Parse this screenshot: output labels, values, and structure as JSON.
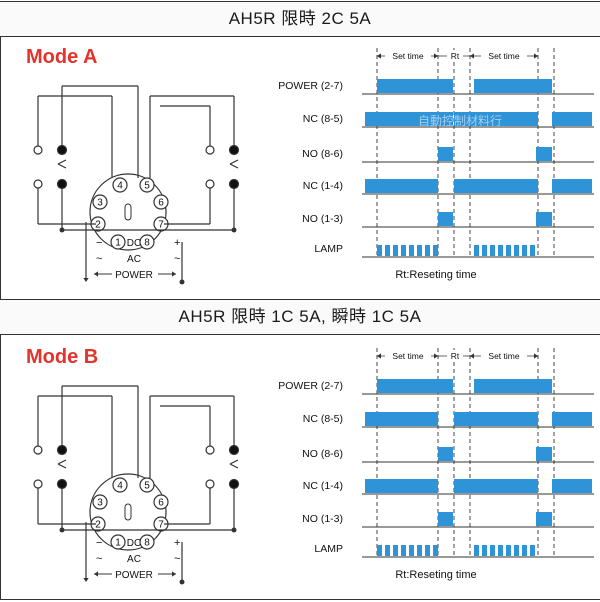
{
  "header_a": "AH5R  限時  2C  5A",
  "header_b": "AH5R  限時  1C  5A, 瞬時  1C  5A",
  "mode_a": "Mode A",
  "mode_b": "Mode B",
  "pins": [
    "1",
    "2",
    "3",
    "4",
    "5",
    "6",
    "7",
    "8"
  ],
  "wiring": {
    "dc": "DC",
    "ac": "AC",
    "minus": "−",
    "plus": "+",
    "tilde": "~",
    "power": "POWER"
  },
  "timing": {
    "set_time": "Set time",
    "rt": "Rt",
    "rt_caption": "Rt:Reseting time",
    "signals": [
      "POWER (2-7)",
      "NC (8-5)",
      "NO (8-6)",
      "NC (1-4)",
      "NO (1-3)",
      "LAMP"
    ],
    "watermark": "自動控制材料行"
  },
  "colors": {
    "signal": "#2f93d8",
    "mode_title": "#e3342c",
    "line": "#333333"
  }
}
